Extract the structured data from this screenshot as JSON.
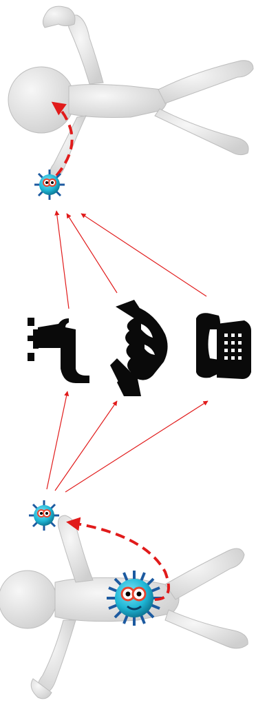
{
  "diagram": {
    "colors": {
      "figure": "#e6e6e6",
      "figure_shade": "#c9c9c9",
      "germ_body": "#1fb7d6",
      "germ_dark": "#0b6f8c",
      "germ_spikes": "#1c5aa0",
      "germ_eye_ring": "#e8452f",
      "arrow_red": "#e11b1b",
      "icon_black": "#0a0a0a"
    },
    "figures": [
      {
        "name": "infected-person",
        "germ": "body-germ",
        "path_style": "dashed"
      },
      {
        "name": "receiving-person",
        "germ": "hand-germ",
        "path_style": "dashed"
      }
    ],
    "transmission_routes": [
      {
        "name": "faucet",
        "icon": "faucet-icon"
      },
      {
        "name": "handshake",
        "icon": "handshake-icon"
      },
      {
        "name": "telephone",
        "icon": "telephone-icon"
      }
    ]
  }
}
